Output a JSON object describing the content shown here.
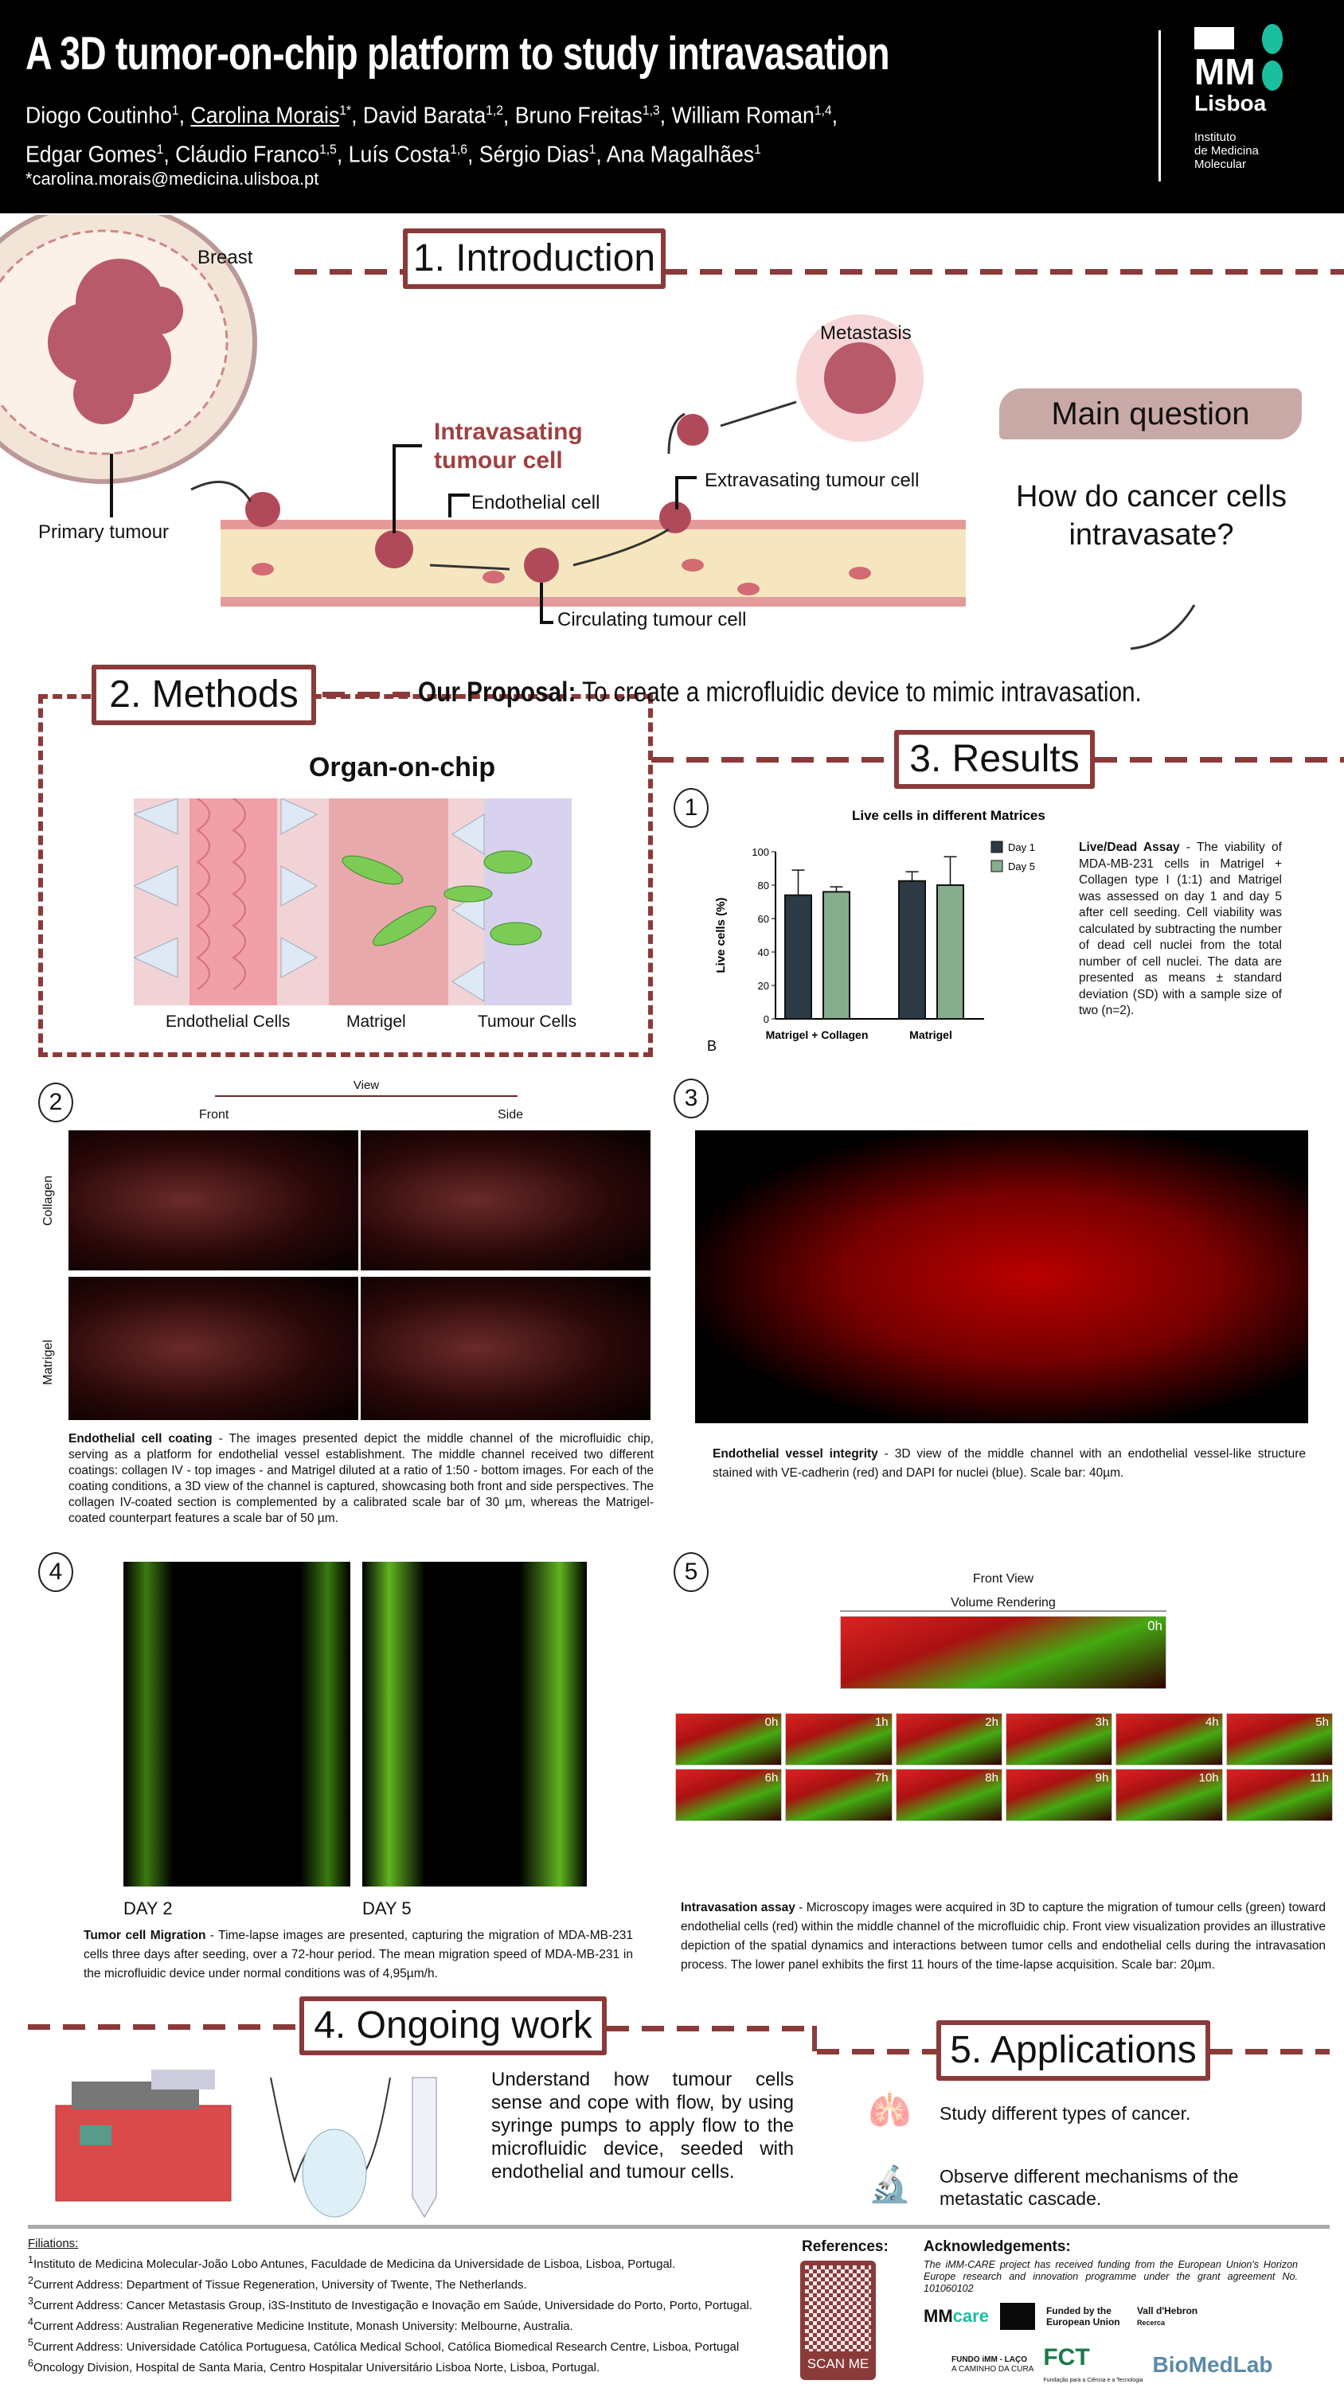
{
  "header": {
    "title": "A 3D tumor-on-chip platform to study intravasation",
    "authors_line1": [
      "Diogo Coutinho",
      "1",
      ", ",
      "Carolina Morais",
      "1*",
      ", David Barata",
      "1,2",
      ", Bruno Freitas",
      "1,3",
      ", William Roman",
      "1,4",
      ","
    ],
    "authors_line2": [
      "Edgar Gomes",
      "1",
      ", Cláudio Franco",
      "1,5",
      ", Luís Costa",
      "1,6",
      ", Sérgio Dias",
      "1",
      ", Ana Magalhães",
      "1"
    ],
    "email": "*carolina.morais@medicina.ulisboa.pt",
    "logo": {
      "mm": "MM",
      "city": "Lisboa",
      "line1": "Instituto",
      "line2": "de Medicina",
      "line3": "Molecular",
      "accent": "#1bbf9f"
    }
  },
  "intro": {
    "heading": "1. Introduction",
    "breast": "Breast",
    "primary": "Primary tumour",
    "intravasating": "Intravasating tumour cell",
    "endothelial": "Endothelial cell",
    "circulating": "Circulating tumour cell",
    "extravasating": "Extravasating tumour cell",
    "metastasis": "Metastasis",
    "main_question": "Main question",
    "question": "How do cancer cells intravasate?"
  },
  "methods": {
    "heading": "2. Methods",
    "proposal_bold": "Our Proposal:",
    "proposal": " To create a microfluidic device to mimic intravasation.",
    "organ_title": "Organ-on-chip",
    "labels": [
      "Endothelial Cells",
      "Matrigel",
      "Tumour Cells"
    ]
  },
  "results": {
    "heading": "3. Results",
    "p1": {
      "num": "1",
      "letter": "B",
      "bold": "Live/Dead Assay",
      "text": " - The viability of MDA-MB-231 cells in Matrigel + Collagen type I (1:1) and Matrigel was assessed on day 1 and day 5 after cell seeding. Cell viability was calculated by subtracting the number of dead cell nuclei from the total number of cell nuclei. The data are presented as means ± standard deviation (SD) with a sample size of two (n=2)."
    },
    "p2": {
      "num": "2",
      "view": "View",
      "front": "Front",
      "side": "Side",
      "row1": "Collagen",
      "row2": "Matrigel",
      "bold": "Endothelial cell coating",
      "text": " - The images presented depict the middle channel of the microfluidic chip, serving as a platform for endothelial vessel establishment. The middle channel received two different coatings: collagen IV - top images - and Matrigel diluted at a ratio of 1:50 - bottom images. For each of the coating conditions, a 3D view of the channel is captured, showcasing both front and side perspectives. The collagen IV-coated section is complemented by a calibrated scale bar of 30 µm, whereas the Matrigel-coated counterpart features a scale bar of 50 µm."
    },
    "p3": {
      "num": "3",
      "bold": "Endothelial vessel integrity",
      "text": " - 3D view of the middle channel with an endothelial vessel-like structure stained with VE-cadherin (red) and DAPI for nuclei (blue). Scale bar: 40µm."
    },
    "p4": {
      "num": "4",
      "day2": "DAY 2",
      "day5": "DAY 5",
      "bold": "Tumor cell Migration",
      "text": " - Time-lapse images are presented, capturing the migration of MDA-MB-231 cells three days after seeding, over a 72-hour period. The mean migration speed of MDA-MB-231 in the microfluidic device under normal conditions was of 4,95µm/h."
    },
    "p5": {
      "num": "5",
      "front_view": "Front View",
      "volume": "Volume Rendering",
      "main_time": "0h",
      "times": [
        "0h",
        "1h",
        "2h",
        "3h",
        "4h",
        "5h",
        "6h",
        "7h",
        "8h",
        "9h",
        "10h",
        "11h"
      ],
      "bold": "Intravasation assay",
      "text": " - Microscopy images were acquired in 3D to capture the migration of tumour cells (green) toward endothelial cells (red) within the middle channel of the microfluidic chip. Front view visualization provides an illustrative depiction of the spatial dynamics and interactions between tumor cells and endothelial cells during the intravasation process. The lower panel exhibits the first 11 hours of the time-lapse acquisition. Scale bar: 20µm."
    }
  },
  "chart_data": {
    "type": "bar",
    "title": "Live cells in different Matrices",
    "xlabel": "",
    "ylabel": "Live cells (%)",
    "ylim": [
      0,
      100
    ],
    "yticks": [
      0,
      20,
      40,
      60,
      80,
      100
    ],
    "categories": [
      "Matrigel + Collagen",
      "Matrigel"
    ],
    "legend_position": "top-right",
    "series": [
      {
        "name": "Day 1",
        "color": "#2b3a44",
        "values": [
          74,
          82.5
        ],
        "sd": [
          15,
          5.5
        ]
      },
      {
        "name": "Day 5",
        "color": "#86ad8e",
        "values": [
          76,
          80
        ],
        "sd": [
          3,
          17
        ]
      }
    ]
  },
  "ongoing": {
    "heading": "4. Ongoing work",
    "text": "Understand how tumour cells sense and cope with flow, by using syringe pumps to apply flow to the microfluidic device, seeded with endothelial and tumour cells."
  },
  "applications": {
    "heading": "5. Applications",
    "items": [
      "Study different types of cancer.",
      "Observe different mechanisms of the metastatic cascade."
    ]
  },
  "footer": {
    "filiations_title": "Filiations:",
    "filiations": [
      [
        "1",
        "Instituto de Medicina Molecular-João Lobo Antunes, Faculdade de Medicina da Universidade de Lisboa, Lisboa, Portugal."
      ],
      [
        "2",
        "Current Address: Department of Tissue Regeneration, University of Twente, The Netherlands."
      ],
      [
        "3",
        "Current Address: Cancer Metastasis Group, i3S-Instituto de Investigação e Inovação em Saúde, Universidade do Porto, Porto, Portugal."
      ],
      [
        "4",
        "Current Address: Australian Regenerative Medicine Institute, Monash University: Melbourne, Australia."
      ],
      [
        "5",
        "Current Address: Universidade Católica Portuguesa, Católica Medical School, Católica Biomedical Research Centre, Lisboa, Portugal"
      ],
      [
        "6",
        "Oncology Division, Hospital de Santa Maria, Centro Hospitalar Universitário Lisboa Norte, Lisboa, Portugal."
      ]
    ],
    "references": "References:",
    "scan": "SCAN ME",
    "ack_title": "Acknowledgements:",
    "ack": "The iMM-CARE project has received funding from the European Union's Horizon Europe research and innovation programme under the grant agreement No. 101060102",
    "logos": {
      "mmcare_mm": "MM",
      "mmcare_care": "care",
      "eu": "Funded by the European Union",
      "vall": "Vall d'Hebron",
      "vall_sub": "Recerca",
      "fundo1": "FUNDO iMM - LAÇO",
      "fundo2": "A CAMINHO DA CURA",
      "fct": "FCT",
      "fct_sub": "Fundação para a Ciência e a Tecnologia",
      "biomed": "BioMedLab"
    }
  }
}
